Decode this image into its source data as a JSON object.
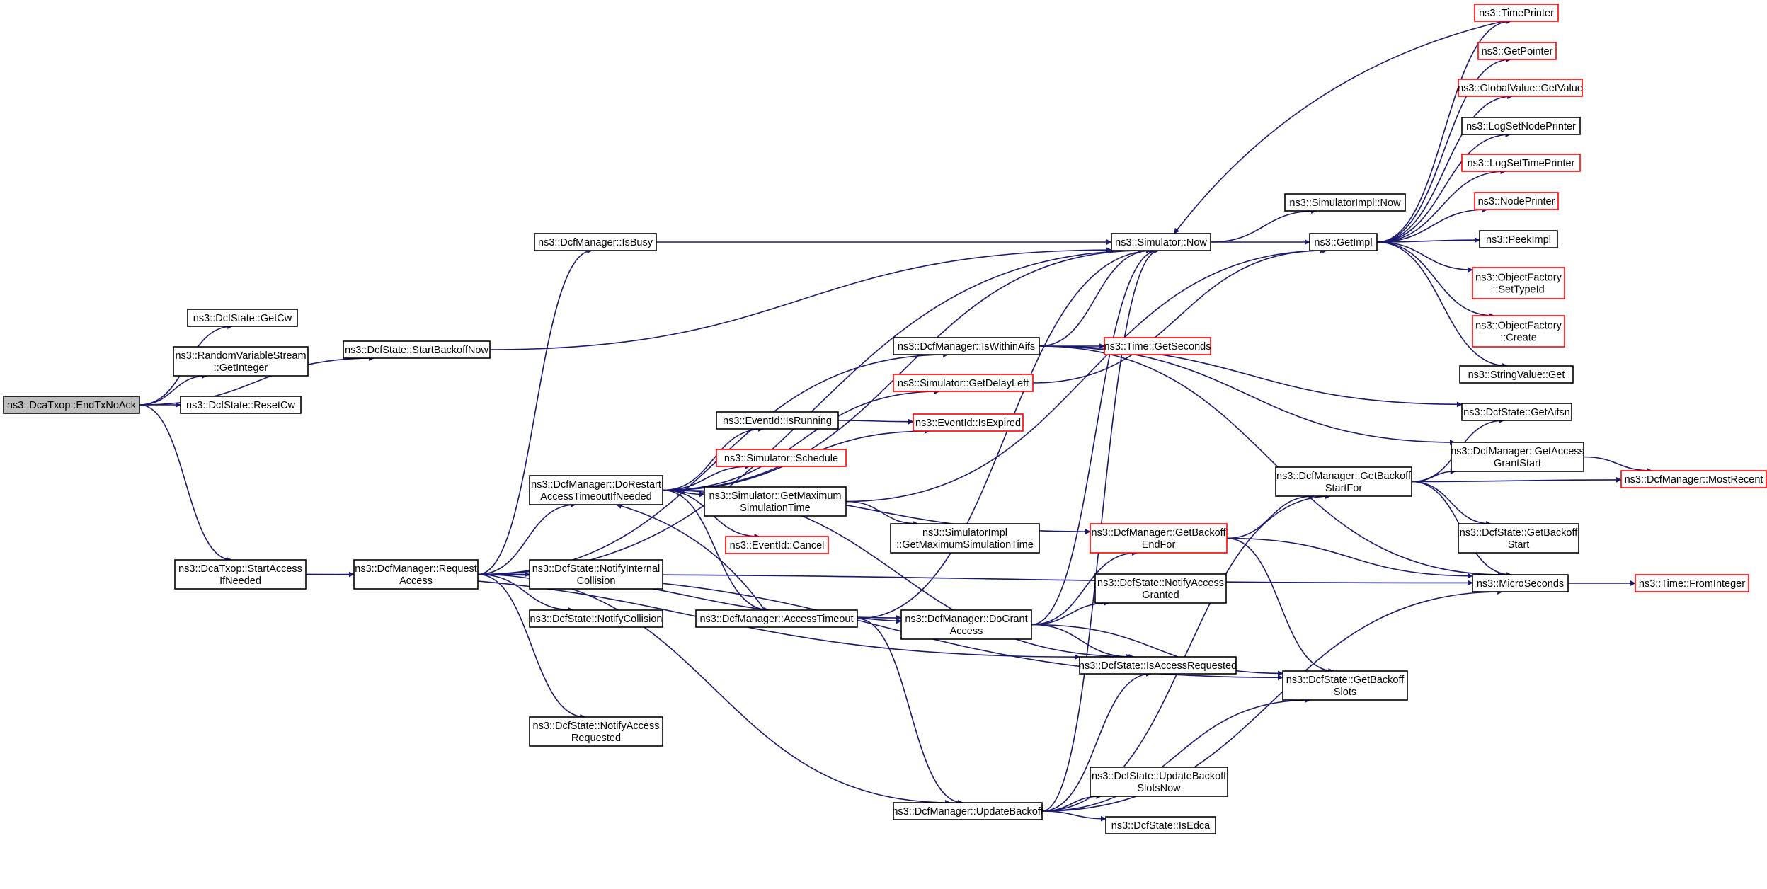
{
  "colors": {
    "edge": "#191970",
    "node_border": "#000000",
    "external_border": "#ff0000",
    "root_fill": "#bfbfbf",
    "node_fill": "#ffffff"
  },
  "nodes": [
    {
      "id": "endtx",
      "lines": [
        "ns3::DcaTxop::EndTxNoAck"
      ],
      "kind": "root"
    },
    {
      "id": "getcw",
      "lines": [
        "ns3::DcfState::GetCw"
      ],
      "kind": "normal"
    },
    {
      "id": "rvs",
      "lines": [
        "ns3::RandomVariableStream",
        "::GetInteger"
      ],
      "kind": "normal"
    },
    {
      "id": "resetcw",
      "lines": [
        "ns3::DcfState::ResetCw"
      ],
      "kind": "normal"
    },
    {
      "id": "startbackoffnow",
      "lines": [
        "ns3::DcfState::StartBackoffNow"
      ],
      "kind": "normal"
    },
    {
      "id": "startaccess",
      "lines": [
        "ns3::DcaTxop::StartAccess",
        "IfNeeded"
      ],
      "kind": "normal"
    },
    {
      "id": "requestaccess",
      "lines": [
        "ns3::DcfManager::Request",
        "Access"
      ],
      "kind": "normal"
    },
    {
      "id": "isbusy",
      "lines": [
        "ns3::DcfManager::IsBusy"
      ],
      "kind": "normal"
    },
    {
      "id": "dorestart",
      "lines": [
        "ns3::DcfManager::DoRestart",
        "AccessTimeoutIfNeeded"
      ],
      "kind": "normal"
    },
    {
      "id": "notifyinternal",
      "lines": [
        "ns3::DcfState::NotifyInternal",
        "Collision"
      ],
      "kind": "normal"
    },
    {
      "id": "notifycollision",
      "lines": [
        "ns3::DcfState::NotifyCollision"
      ],
      "kind": "normal"
    },
    {
      "id": "notifyaccessreq",
      "lines": [
        "ns3::DcfState::NotifyAccess",
        "Requested"
      ],
      "kind": "normal"
    },
    {
      "id": "iswithinaifs",
      "lines": [
        "ns3::DcfManager::IsWithinAifs"
      ],
      "kind": "normal"
    },
    {
      "id": "getdelayleft",
      "lines": [
        "ns3::Simulator::GetDelayLeft"
      ],
      "kind": "external"
    },
    {
      "id": "isrunning",
      "lines": [
        "ns3::EventId::IsRunning"
      ],
      "kind": "normal"
    },
    {
      "id": "schedule",
      "lines": [
        "ns3::Simulator::Schedule"
      ],
      "kind": "external"
    },
    {
      "id": "getmaxsim",
      "lines": [
        "ns3::Simulator::GetMaximum",
        "SimulationTime"
      ],
      "kind": "normal"
    },
    {
      "id": "cancel",
      "lines": [
        "ns3::EventId::Cancel"
      ],
      "kind": "external"
    },
    {
      "id": "accesstimeout",
      "lines": [
        "ns3::DcfManager::AccessTimeout"
      ],
      "kind": "normal"
    },
    {
      "id": "updatebackoff",
      "lines": [
        "ns3::DcfManager::UpdateBackoff"
      ],
      "kind": "normal"
    },
    {
      "id": "now",
      "lines": [
        "ns3::Simulator::Now"
      ],
      "kind": "normal"
    },
    {
      "id": "gettimeseconds",
      "lines": [
        "ns3::Time::GetSeconds"
      ],
      "kind": "external"
    },
    {
      "id": "isexpired",
      "lines": [
        "ns3::EventId::IsExpired"
      ],
      "kind": "external"
    },
    {
      "id": "simimplgetmax",
      "lines": [
        "ns3::SimulatorImpl",
        "::GetMaximumSimulationTime"
      ],
      "kind": "normal"
    },
    {
      "id": "dogrant",
      "lines": [
        "ns3::DcfManager::DoGrant",
        "Access"
      ],
      "kind": "normal"
    },
    {
      "id": "getbackoffendfor",
      "lines": [
        "ns3::DcfManager::GetBackoff",
        "EndFor"
      ],
      "kind": "external"
    },
    {
      "id": "notifyaccessgranted",
      "lines": [
        "ns3::DcfState::NotifyAccess",
        "Granted"
      ],
      "kind": "normal"
    },
    {
      "id": "isaccessreq",
      "lines": [
        "ns3::DcfState::IsAccessRequested"
      ],
      "kind": "normal"
    },
    {
      "id": "updatebackoffslots",
      "lines": [
        "ns3::DcfState::UpdateBackoff",
        "SlotsNow"
      ],
      "kind": "normal"
    },
    {
      "id": "isedca",
      "lines": [
        "ns3::DcfState::IsEdca"
      ],
      "kind": "normal"
    },
    {
      "id": "simimplnow",
      "lines": [
        "ns3::SimulatorImpl::Now"
      ],
      "kind": "normal"
    },
    {
      "id": "getimpl",
      "lines": [
        "ns3::GetImpl"
      ],
      "kind": "normal"
    },
    {
      "id": "getbackoffstartfor",
      "lines": [
        "ns3::DcfManager::GetBackoff",
        "StartFor"
      ],
      "kind": "normal"
    },
    {
      "id": "getbackoffslots",
      "lines": [
        "ns3::DcfState::GetBackoff",
        "Slots"
      ],
      "kind": "normal"
    },
    {
      "id": "timeprinter",
      "lines": [
        "ns3::TimePrinter"
      ],
      "kind": "external"
    },
    {
      "id": "getpointer",
      "lines": [
        "ns3::GetPointer"
      ],
      "kind": "external"
    },
    {
      "id": "globalvalue",
      "lines": [
        "ns3::GlobalValue::GetValue"
      ],
      "kind": "external"
    },
    {
      "id": "logsetnode",
      "lines": [
        "ns3::LogSetNodePrinter"
      ],
      "kind": "normal"
    },
    {
      "id": "logsettime",
      "lines": [
        "ns3::LogSetTimePrinter"
      ],
      "kind": "external"
    },
    {
      "id": "nodeprinter",
      "lines": [
        "ns3::NodePrinter"
      ],
      "kind": "external"
    },
    {
      "id": "peekimpl",
      "lines": [
        "ns3::PeekImpl"
      ],
      "kind": "normal"
    },
    {
      "id": "ofsettypeid",
      "lines": [
        "ns3::ObjectFactory",
        "::SetTypeId"
      ],
      "kind": "external"
    },
    {
      "id": "ofcreate",
      "lines": [
        "ns3::ObjectFactory",
        "::Create"
      ],
      "kind": "external"
    },
    {
      "id": "stringvalueget",
      "lines": [
        "ns3::StringValue::Get"
      ],
      "kind": "normal"
    },
    {
      "id": "getaifsn",
      "lines": [
        "ns3::DcfState::GetAifsn"
      ],
      "kind": "normal"
    },
    {
      "id": "getaccessgrantstart",
      "lines": [
        "ns3::DcfManager::GetAccess",
        "GrantStart"
      ],
      "kind": "normal"
    },
    {
      "id": "getbackoffstart",
      "lines": [
        "ns3::DcfState::GetBackoff",
        "Start"
      ],
      "kind": "normal"
    },
    {
      "id": "microseconds",
      "lines": [
        "ns3::MicroSeconds"
      ],
      "kind": "normal"
    },
    {
      "id": "mostrecent",
      "lines": [
        "ns3::DcfManager::MostRecent"
      ],
      "kind": "external"
    },
    {
      "id": "frominteger",
      "lines": [
        "ns3::Time::FromInteger"
      ],
      "kind": "external"
    }
  ],
  "edges": [
    [
      "endtx",
      "getcw"
    ],
    [
      "endtx",
      "rvs"
    ],
    [
      "endtx",
      "resetcw"
    ],
    [
      "endtx",
      "startbackoffnow"
    ],
    [
      "endtx",
      "startaccess"
    ],
    [
      "startbackoffnow",
      "now"
    ],
    [
      "startaccess",
      "requestaccess"
    ],
    [
      "startaccess",
      "isaccessreq"
    ],
    [
      "requestaccess",
      "isbusy"
    ],
    [
      "requestaccess",
      "now"
    ],
    [
      "requestaccess",
      "iswithinaifs"
    ],
    [
      "requestaccess",
      "dorestart"
    ],
    [
      "requestaccess",
      "notifyinternal"
    ],
    [
      "requestaccess",
      "notifycollision"
    ],
    [
      "requestaccess",
      "notifyaccessreq"
    ],
    [
      "requestaccess",
      "dogrant"
    ],
    [
      "requestaccess",
      "updatebackoff"
    ],
    [
      "requestaccess",
      "getbackoffslots"
    ],
    [
      "requestaccess",
      "microseconds"
    ],
    [
      "isbusy",
      "now"
    ],
    [
      "dorestart",
      "now"
    ],
    [
      "dorestart",
      "getdelayleft"
    ],
    [
      "dorestart",
      "isexpired"
    ],
    [
      "dorestart",
      "isrunning"
    ],
    [
      "dorestart",
      "schedule"
    ],
    [
      "dorestart",
      "getmaxsim"
    ],
    [
      "dorestart",
      "cancel"
    ],
    [
      "dorestart",
      "getbackoffendfor"
    ],
    [
      "dorestart",
      "isaccessreq"
    ],
    [
      "dorestart",
      "accesstimeout"
    ],
    [
      "iswithinaifs",
      "now"
    ],
    [
      "iswithinaifs",
      "gettimeseconds"
    ],
    [
      "iswithinaifs",
      "getaifsn"
    ],
    [
      "iswithinaifs",
      "getaccessgrantstart"
    ],
    [
      "iswithinaifs",
      "microseconds"
    ],
    [
      "getdelayleft",
      "getimpl"
    ],
    [
      "isrunning",
      "isexpired"
    ],
    [
      "getmaxsim",
      "getimpl"
    ],
    [
      "getmaxsim",
      "simimplgetmax"
    ],
    [
      "accesstimeout",
      "now"
    ],
    [
      "accesstimeout",
      "dorestart"
    ],
    [
      "accesstimeout",
      "dogrant"
    ],
    [
      "accesstimeout",
      "updatebackoff"
    ],
    [
      "dogrant",
      "now"
    ],
    [
      "dogrant",
      "getbackoffendfor"
    ],
    [
      "dogrant",
      "notifyaccessgranted"
    ],
    [
      "dogrant",
      "isaccessreq"
    ],
    [
      "dogrant",
      "getbackoffslots"
    ],
    [
      "updatebackoff",
      "now"
    ],
    [
      "updatebackoff",
      "getbackoffstartfor"
    ],
    [
      "updatebackoff",
      "getbackoffslots"
    ],
    [
      "updatebackoff",
      "updatebackoffslots"
    ],
    [
      "updatebackoff",
      "isedca"
    ],
    [
      "updatebackoff",
      "isaccessreq"
    ],
    [
      "updatebackoff",
      "microseconds"
    ],
    [
      "now",
      "simimplnow"
    ],
    [
      "now",
      "getimpl"
    ],
    [
      "getbackoffendfor",
      "getbackoffstartfor"
    ],
    [
      "getbackoffendfor",
      "getbackoffslots"
    ],
    [
      "getbackoffendfor",
      "microseconds"
    ],
    [
      "getbackoffstartfor",
      "getaifsn"
    ],
    [
      "getbackoffstartfor",
      "getaccessgrantstart"
    ],
    [
      "getbackoffstartfor",
      "mostrecent"
    ],
    [
      "getbackoffstartfor",
      "getbackoffstart"
    ],
    [
      "getbackoffstartfor",
      "microseconds"
    ],
    [
      "getaccessgrantstart",
      "mostrecent"
    ],
    [
      "getimpl",
      "timeprinter"
    ],
    [
      "getimpl",
      "getpointer"
    ],
    [
      "getimpl",
      "globalvalue"
    ],
    [
      "getimpl",
      "logsetnode"
    ],
    [
      "getimpl",
      "logsettime"
    ],
    [
      "getimpl",
      "nodeprinter"
    ],
    [
      "getimpl",
      "peekimpl"
    ],
    [
      "getimpl",
      "ofsettypeid"
    ],
    [
      "getimpl",
      "ofcreate"
    ],
    [
      "getimpl",
      "stringvalueget"
    ],
    [
      "timeprinter",
      "now"
    ],
    [
      "microseconds",
      "frominteger"
    ]
  ]
}
